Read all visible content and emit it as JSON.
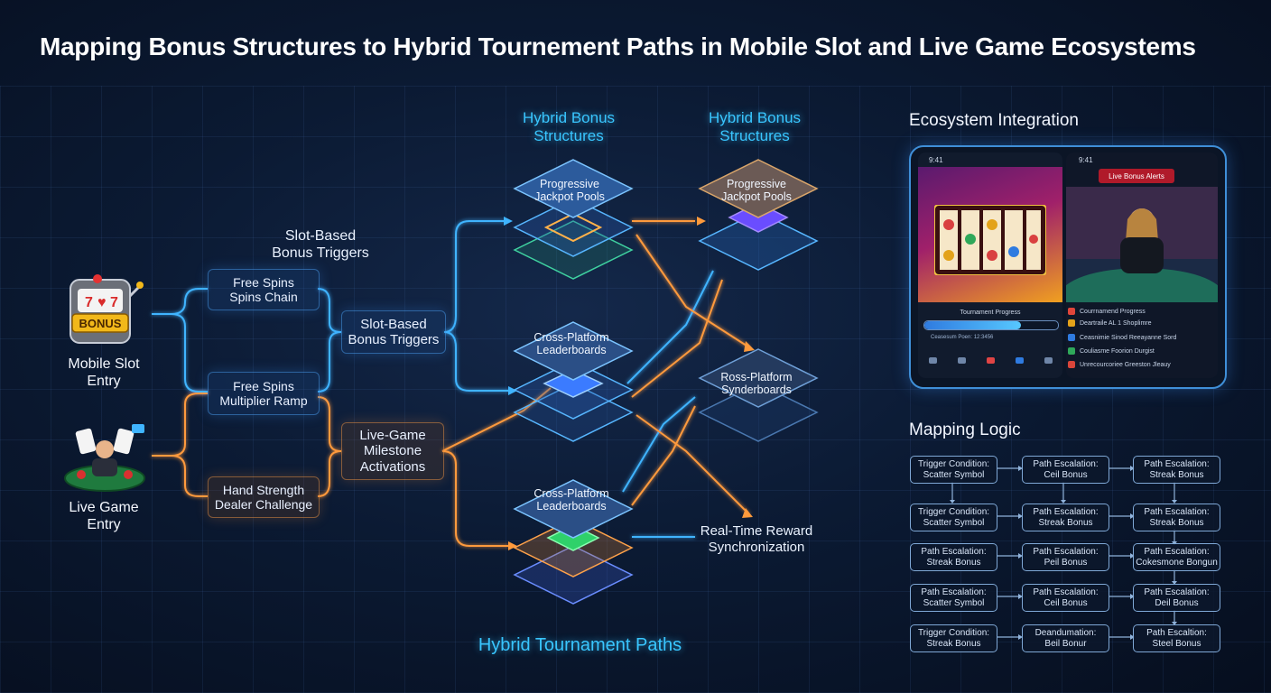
{
  "title": "Mapping Bonus Structures to Hybrid Tournement Paths in Mobile Slot and Live Game Ecosystems",
  "entries": {
    "slot": {
      "line1": "Mobile Slot",
      "line2": "Entry",
      "badge": "BONUS"
    },
    "live": {
      "line1": "Live Game",
      "line2": "Entry"
    }
  },
  "left_nodes": {
    "free_spins_chain": {
      "line1": "Free Spins",
      "line2": "Spins Chain"
    },
    "free_spins_multiplier": {
      "line1": "Free Spins",
      "line2": "Multiplier Ramp"
    },
    "hand_strength": {
      "line1": "Hand Strength",
      "line2": "Dealer Challenge"
    }
  },
  "slot_triggers_heading": {
    "line1": "Slot-Based",
    "line2": "Bonus Triggers"
  },
  "mid_nodes": {
    "slot_triggers": {
      "line1": "Slot-Based",
      "line2": "Bonus Triggers"
    },
    "live_milestone": {
      "line1": "Live-Game",
      "line2": "Milestone",
      "line3": "Activations"
    }
  },
  "hybrid_headings": [
    {
      "line1": "Hybrid Bonus",
      "line2": "Structures"
    },
    {
      "line1": "Hybrid Bonus",
      "line2": "Structures"
    }
  ],
  "tiles": {
    "jackpot_1": {
      "line1": "Progressive",
      "line2": "Jackpot Pools"
    },
    "jackpot_2": {
      "line1": "Progressive",
      "line2": "Jackpot Pools"
    },
    "leader_1": {
      "line1": "Cross-Platform",
      "line2": "Leaderboards"
    },
    "leader_2": {
      "line1": "Ross-Platform",
      "line2": "Synderboards"
    },
    "leader_3": {
      "line1": "Cross-Platform",
      "line2": "Leaderboards"
    }
  },
  "realtime": {
    "line1": "Real-Time Reward",
    "line2": "Synchronization"
  },
  "bottom_heading": "Hybrid Tournament Paths",
  "ecosystem": {
    "heading": "Ecosystem Integration",
    "left_time": "9:41",
    "right_time": "9:41",
    "live_alert": "Live Bonus Alerts",
    "tournament_label": "Tournament Progress",
    "progress_fraction": 0.72,
    "progress_caption": "Ceasesum Poen: 12:3456",
    "legend": [
      {
        "text": "Courrnamend Progress",
        "color": "#e0453a"
      },
      {
        "text": "Deartraile AL 1 Shoplimre",
        "color": "#e3a21a"
      },
      {
        "text": "Ceasnimie Sinod Reeayanne Sord",
        "color": "#2f7be0"
      },
      {
        "text": "Couliasme Foorion Durgist",
        "color": "#2fa85a"
      },
      {
        "text": "Unrecourcoriee Greeston Jleauy",
        "color": "#d9453a"
      }
    ]
  },
  "mapping": {
    "heading": "Mapping Logic",
    "rows": [
      [
        {
          "a": "Trigger Condition:",
          "b": "Scatter Symbol"
        },
        {
          "a": "Path Escalation:",
          "b": "Ceil Bonus"
        },
        {
          "a": "Path Escalation:",
          "b": "Streak Bonus"
        }
      ],
      [
        {
          "a": "Trigger Condition:",
          "b": "Scatter Symbol"
        },
        {
          "a": "Path Escalation:",
          "b": "Streak Bonus"
        },
        {
          "a": "Path Escalation:",
          "b": "Streak Bonus"
        }
      ],
      [
        {
          "a": "Path Escalation:",
          "b": "Streak Bonus"
        },
        {
          "a": "Path Escalation:",
          "b": "Peil Bonus"
        },
        {
          "a": "Path Escalation:",
          "b": "Cokesmone Bongun"
        }
      ],
      [
        {
          "a": "Path Escalation:",
          "b": "Scatter Symbol"
        },
        {
          "a": "Path Escalation:",
          "b": "Ceil Bonus"
        },
        {
          "a": "Path Escalation:",
          "b": "Deil Bonus"
        }
      ],
      [
        {
          "a": "Trigger Condition:",
          "b": "Streak Bonus"
        },
        {
          "a": "Deandumation:",
          "b": "Beil Bonur"
        },
        {
          "a": "Path Escaltion:",
          "b": "Steel Bonus"
        }
      ]
    ]
  }
}
